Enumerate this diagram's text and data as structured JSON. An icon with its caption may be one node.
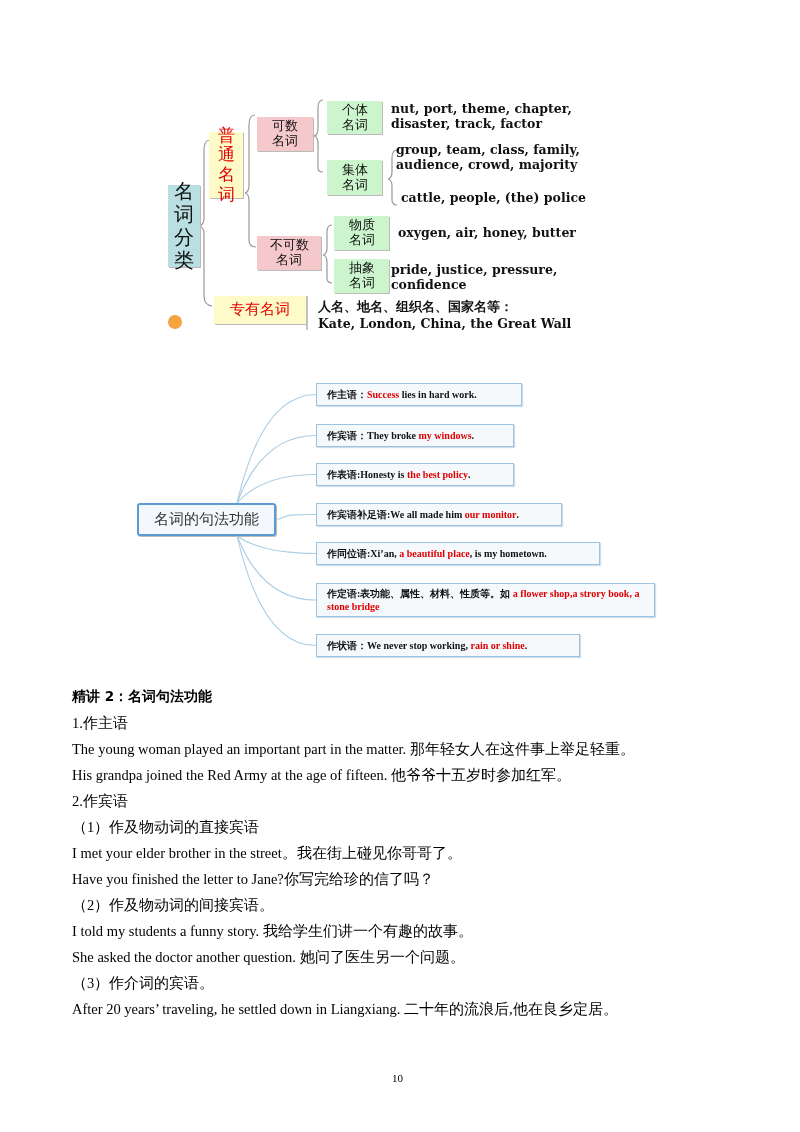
{
  "diagram": {
    "nodes": [
      {
        "text": [
          "名词分类"
        ]
      },
      {
        "text": [
          "普通名词"
        ]
      },
      {
        "text": [
          "可数名词"
        ]
      },
      {
        "text": [
          "不可数名词"
        ]
      },
      {
        "text": [
          "个体名词"
        ],
        "beside": [
          "nut, port, theme, chapter, disaster, track, factor"
        ]
      },
      {
        "text": [
          "集体名词"
        ],
        "beside": [
          "group, team, class, family, audience, crowd, majority",
          "cattle, people, (the) police"
        ]
      },
      {
        "text": [
          "物质名词"
        ],
        "beside": [
          "oxygen, air, honey, butter"
        ]
      },
      {
        "text": [
          "抽象名词"
        ],
        "beside": [
          "pride, justice, pressure, confidence"
        ]
      },
      {
        "text": [
          "专有名词"
        ],
        "beside": [
          "人名、地名、组织名、国家名等：",
          "Kate, London, China, the Great Wall"
        ]
      },
      {
        "text": [
          "名词的句法功能"
        ]
      },
      {
        "text": [
          "作主语：**Success** lies in hard work."
        ]
      },
      {
        "text": [
          "作宾语：They broke **my windows**."
        ]
      },
      {
        "text": [
          "作表语:Honesty is **the best policy**."
        ]
      },
      {
        "text": [
          "作宾语补足语:We all made him **our monitor**."
        ]
      },
      {
        "text": [
          "作同位语:Xi’an, **a beautiful place**, is my hometown."
        ]
      },
      {
        "text": [
          "作定语:表功能、属性、材料、性质等。如 **a flower shop,a strory book, a stone bridge**"
        ]
      },
      {
        "text": [
          "作状语：We never stop working, **rain or shine**."
        ]
      }
    ],
    "edges": [
      {
        "from": 9,
        "to": 10,
        "arrow": "none"
      },
      {
        "from": 9,
        "to": 11,
        "arrow": "none"
      },
      {
        "from": 9,
        "to": 12,
        "arrow": "none"
      },
      {
        "from": 9,
        "to": 13,
        "arrow": "none"
      },
      {
        "from": 9,
        "to": 14,
        "arrow": "none"
      },
      {
        "from": 9,
        "to": 15,
        "arrow": "none"
      },
      {
        "from": 9,
        "to": 16,
        "arrow": "none"
      }
    ],
    "labels": [
      "精讲 2：名词句法功能",
      "1.作主语",
      "The young woman played an important part in the matter.  那年轻女人在这件事上举足轻重。",
      "His grandpa joined the Red Army at the age of fifteen.  他爷爷十五岁时参加红军。",
      "2.作宾语",
      "（1）作及物动词的直接宾语",
      "I met your elder brother in the street。我在街上碰见你哥哥了。",
      "Have you finished the letter to Jane?你写完给珍的信了吗？",
      "（2）作及物动词的间接宾语。",
      "I told my students a funny story.  我给学生们讲一个有趣的故事。",
      "She asked the doctor another question.  她问了医生另一个问题。",
      "（3）作介词的宾语。",
      "After 20 years’ traveling, he settled down in Liangxiang.  二十年的流浪后,他在良乡定居。",
      "10"
    ]
  }
}
